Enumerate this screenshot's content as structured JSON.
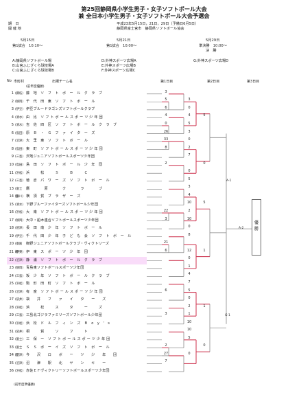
{
  "title": [
    "第25回静岡県小学生男子・女子ソフトボール大会",
    "兼 全日本小学生男子・女子ソフトボール大会予選会"
  ],
  "meta": {
    "date_label": "期　日",
    "date_value": "平成23年5月15日，21日，29日（予備日6月5日）",
    "place_label": "開 催 地",
    "place_value": "静岡県富士宮市　静岡県ソフトボール協会"
  },
  "schedule": [
    {
      "date": "5月15日",
      "rounds": "第1試合　10:10～"
    },
    {
      "date": "5月21日",
      "rounds": "第1試合　10:00～"
    },
    {
      "date": "5月29日",
      "rounds": "準決勝　10:00～",
      "extra": "決　勝"
    }
  ],
  "venues": [
    "A:静岡県ソフトボール場",
    "B:山宮ふじざくら球技場A",
    "C:山宮ふじざくら球技場B",
    "D:外神スポーツ広場A",
    "E:外神スポーツ広場B",
    "F:外神スポーツ広場C",
    "G:外神スポーツ広場D"
  ],
  "table_header": {
    "no": "No",
    "town": "市町村",
    "team": "出場チーム名",
    "r1": "第1日目",
    "r2": "第2日目",
    "r3": "第3日目"
  },
  "note_top": "(前年度優勝)",
  "note_bottom": "(前年度準優勝)",
  "teams": [
    {
      "no": "1",
      "town": "(藤枝)",
      "name": "藤　地　ソ　フ　ト　ボ　ー　ル　ク　ラ　ブ"
    },
    {
      "no": "2",
      "town": "(静岡)",
      "name": "千　代　田　東　ソ　フ　ト　ボ　ー　ル"
    },
    {
      "no": "3",
      "town": "(伊豆)",
      "name": "伊豆ブルードラゴンズソフトボールクラブ"
    },
    {
      "no": "4",
      "town": "(清水)",
      "name": "由　比　ソ フ ト ボ ー ル ス ポ ー ツ 少 年 団"
    },
    {
      "no": "5",
      "town": "(清水)",
      "name": "吉　佐　四　区　ソ　フ　ト　ボ　ー　ル　ク　ラ　ブ"
    },
    {
      "no": "6",
      "town": "(島田)",
      "name": "原　Ｂ　・　Ｇ　フ　ァ　イ　タ　ー　ズ"
    },
    {
      "no": "7",
      "town": "(沼津)",
      "name": "大　里　東　ソ　フ　ト　ボ　ー　ル"
    },
    {
      "no": "8",
      "town": "(島田)",
      "name": "東　町　ソ フ ト ボ ー ル ス ポ ー ツ 少 年 団"
    },
    {
      "no": "9",
      "town": "(三島)",
      "name": "沢地ジュニアソフトボールスポーツ少年団"
    },
    {
      "no": "10",
      "town": "(島田)",
      "name": "島　田　ソ　フ　ト　ボ　ー　ル　少　年　団"
    },
    {
      "no": "11",
      "town": "(浜松)",
      "name": "浜　　　松　　　Ｓ　　　Ｂ　　　Ｃ"
    },
    {
      "no": "12",
      "town": "(三島)",
      "name": "徳　倉　パ　ワ　ー　ズ　ソ　フ　ト　ボ　ー　ル"
    },
    {
      "no": "13",
      "town": "(富士宮)",
      "name": "鷹　　　　原　　　　ク　　　　ラ　　　　ブ"
    },
    {
      "no": "14",
      "town": "(掛川)",
      "name": "横　須　賀　ブ　ラ　ザ　ー　ズ"
    },
    {
      "no": "15",
      "town": "(清水)",
      "name": "下野ブルーファイターズソフトボール少年団"
    },
    {
      "no": "16",
      "town": "(浜松)",
      "name": "大　南　ソ フ ト ボ ー ル ス ポ ー ツ 少 年 団"
    },
    {
      "no": "17",
      "town": "(静岡)",
      "name": "大中・船木連合ソフトボールスポーツ少年団"
    },
    {
      "no": "18",
      "town": "(焼津)",
      "name": "長　田　南　少　年　ソ　フ　ト　ボ　ー　ル"
    },
    {
      "no": "19",
      "town": "(伊豆)",
      "name": "千　代　田　少　年　子　ど　も　会　ソ　フ　ト　ボ　ー　ル"
    },
    {
      "no": "20",
      "town": "(御殿場)",
      "name": "御野ジュニアソフトボールクラブ・ヴィクトリーズ"
    },
    {
      "no": "21",
      "town": "(伊東)",
      "name": "伊　東　ス　ポ　ー　ツ　少　年　団"
    },
    {
      "no": "22",
      "town": "(沼津)",
      "name": "静　浦　ソ　フ　ト　ボ　ー　ル　ク　ラ　ブ"
    },
    {
      "no": "23",
      "town": "(静岡)",
      "name": "青島東ソフトボールスポーツ少年団"
    },
    {
      "no": "24",
      "town": "(三島)",
      "name": "坂　少　年　ソ　フ　ト　ボ　ー　ル　ク　ラ　ブ"
    },
    {
      "no": "25",
      "town": "(浜松)",
      "name": "駒　形　田　町　ソ　フ　ト　ボ　ー　ル"
    },
    {
      "no": "26",
      "town": "(沼津)",
      "name": "有　度　ソ フ ト ボ ー ル ス ポ ー ツ 少 年 団"
    },
    {
      "no": "27",
      "town": "(袋井)",
      "name": "袋　　井　　フ　　ァ　　イ　　タ　　ー　　ズ"
    },
    {
      "no": "28",
      "town": "(浜松)",
      "name": "浜　　　松　　　ス　　　タ　　　ー　　　ズ"
    },
    {
      "no": "29",
      "town": "(三島)",
      "name": "三島北ゴジラファミリーズソフトボール少年団"
    },
    {
      "no": "30",
      "town": "(浜松)",
      "name": "浜　松　ド　ル　フ　ィ　ン　ズ　Ｂ　o　y　'　s"
    },
    {
      "no": "31",
      "town": "(袋井)",
      "name": "相　　　賀　　　ソ　　　フ　　　ト"
    },
    {
      "no": "32",
      "town": "(富士)",
      "name": "三　保　ー　ソ フ ト ボ ー ル ス ポ ー ツ 少 年 団"
    },
    {
      "no": "33",
      "town": "(富士宮)",
      "name": "Ｓ　Ｓ　ボ　ー　イ　ズ　ソ　フ　ト　ボ　ー　ル"
    },
    {
      "no": "34",
      "town": "(沼津)",
      "name": "今　　沢　　ロ　　ボ　　ー　　ツ　　少　　年　　団"
    },
    {
      "no": "35",
      "town": "(沼津)",
      "name": "沼　　津　　駅　　北　　ヤ　　ン　　キ　　ー"
    },
    {
      "no": "36",
      "town": "(浜松)",
      "name": "赤佐ＥＦヴィクトリーソフトボールスポーツ少年団"
    }
  ],
  "scores_r1": [
    "3",
    "5",
    "6",
    "4",
    "0",
    "26",
    "33",
    "8",
    "2",
    "22",
    "3",
    "21",
    "6",
    "6",
    "3",
    "2",
    "27",
    "7"
  ],
  "scores_r2": [
    "3",
    "0",
    "4",
    "5",
    "3",
    "0",
    "2",
    "7",
    "0",
    "5",
    "3",
    "4",
    "10",
    "2",
    "10",
    "0",
    "8",
    "12",
    "0",
    "1",
    "4",
    "7",
    "5",
    "0",
    "2",
    "1",
    "10",
    "10",
    "5",
    "0"
  ],
  "scores_r3": [
    "5",
    "0",
    "5",
    "1",
    "1",
    "0"
  ],
  "bracket_labels": [
    "A-1",
    "A-2",
    "G-1"
  ],
  "champion_label": "優　勝"
}
